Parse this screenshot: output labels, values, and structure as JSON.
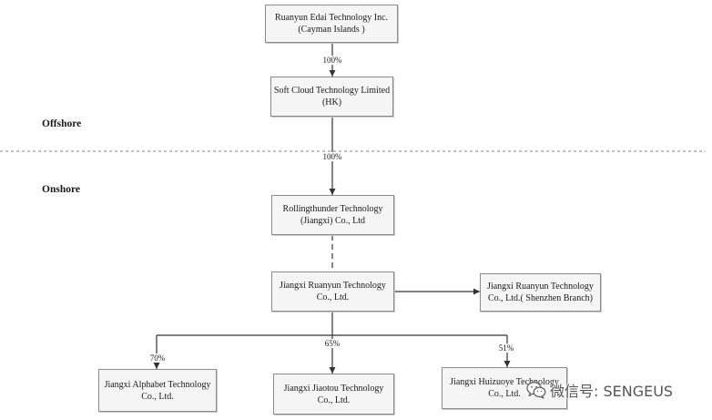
{
  "regions": {
    "offshore": "Offshore",
    "onshore": "Onshore"
  },
  "entities": {
    "cayman_parent": {
      "line1": "Ruanyun Edai Technology Inc.",
      "line2": "(Cayman Islands )"
    },
    "hk_holding": {
      "line1": "Soft Cloud Technology Limited",
      "line2": "(HK)",
      "stake": "100%"
    },
    "rollingthunder": {
      "line1": "Rollingthunder Technology",
      "line2": "(Jiangxi) Co., Ltd",
      "stake": "100%"
    },
    "ruanyun_jiangxi": {
      "line1": "Jiangxi Ruanyun Technology",
      "line2": "Co., Ltd."
    },
    "shenzhen_branch": {
      "line1": "Jiangxi Ruanyun Technology",
      "line2": "Co., Ltd.( Shenzhen Branch)"
    },
    "alphabet": {
      "line1": "Jiangxi Alphabet Technology",
      "line2": "Co., Ltd.",
      "stake": "70%"
    },
    "jiaotou": {
      "line1": "Jiangxi Jiaotou Technology",
      "line2": "Co., Ltd.",
      "stake": "65%"
    },
    "huizuoye": {
      "line1": "Jiangxi Huizuoye Technology",
      "line2": "Co., Ltd.",
      "stake": "51%"
    }
  },
  "watermark": {
    "icon": "wechat-icon",
    "text": "微信号: SENGEUS"
  },
  "colors": {
    "connector": "#333333",
    "divider": "#808080",
    "box_border": "#8c8c8c",
    "box_fill": "#f5f5f5",
    "text": "#1a1a1a",
    "watermark": "#555555"
  }
}
